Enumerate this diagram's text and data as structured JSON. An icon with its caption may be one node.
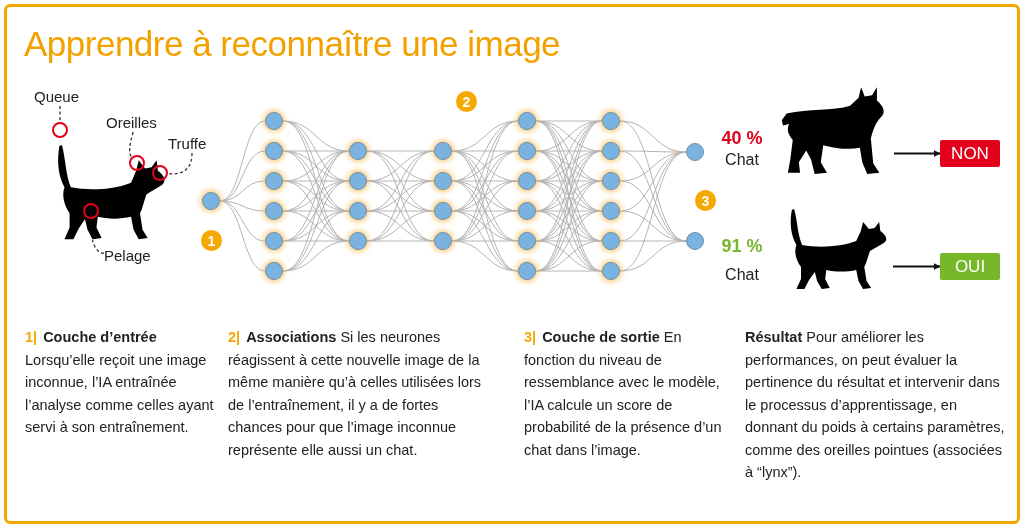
{
  "diagram": {
    "title": "Apprendre à reconnaître une image",
    "nodes": [
      {
        "text": [],
        "shape": "picture"
      },
      {
        "text": [
          "Queue"
        ]
      },
      {
        "text": [],
        "shape": "circle"
      },
      {
        "text": [
          "Oreilles"
        ]
      },
      {
        "text": [],
        "shape": "circle",
        "in": 0
      },
      {
        "text": [
          "Truffe"
        ]
      },
      {
        "text": [],
        "shape": "circle",
        "in": 0
      },
      {
        "text": [],
        "shape": "circle",
        "in": 0
      },
      {
        "text": [
          "Pelage"
        ]
      },
      {
        "text": [],
        "shape": "circle"
      },
      {
        "text": [],
        "shape": "circle"
      },
      {
        "text": [],
        "shape": "circle"
      },
      {
        "text": [],
        "shape": "circle"
      },
      {
        "text": [],
        "shape": "circle"
      },
      {
        "text": [],
        "shape": "circle"
      },
      {
        "text": [],
        "shape": "circle"
      },
      {
        "text": [],
        "shape": "circle"
      },
      {
        "text": [],
        "shape": "circle"
      },
      {
        "text": [],
        "shape": "circle"
      },
      {
        "text": [],
        "shape": "circle"
      },
      {
        "text": [],
        "shape": "circle"
      },
      {
        "text": [],
        "shape": "circle"
      },
      {
        "text": [],
        "shape": "circle"
      },
      {
        "text": [],
        "shape": "circle"
      },
      {
        "text": [],
        "shape": "circle"
      },
      {
        "text": [],
        "shape": "circle"
      },
      {
        "text": [],
        "shape": "circle"
      },
      {
        "text": [],
        "shape": "circle"
      },
      {
        "text": [],
        "shape": "circle"
      },
      {
        "text": [],
        "shape": "circle"
      },
      {
        "text": [],
        "shape": "circle"
      },
      {
        "text": [],
        "shape": "circle"
      },
      {
        "text": [],
        "shape": "circle"
      },
      {
        "text": [],
        "shape": "circle"
      },
      {
        "text": [],
        "shape": "circle"
      },
      {
        "text": [],
        "shape": "circle"
      },
      {
        "text": [],
        "shape": "circle"
      },
      {
        "text": [],
        "shape": "circle"
      },
      {
        "text": [
          "1"
        ]
      },
      {
        "text": [
          "2"
        ]
      },
      {
        "text": [
          "3"
        ]
      },
      {
        "text": [],
        "shape": "picture"
      },
      {
        "text": [],
        "shape": "picture"
      },
      {
        "text": [
          "NON"
        ]
      },
      {
        "text": [
          "OUI"
        ]
      }
    ],
    "edges": [
      {
        "from": 1,
        "to": 2,
        "arrow": "none",
        "style": "dashed",
        "color": "#333333"
      },
      {
        "from": 3,
        "to": 4,
        "arrow": "none",
        "style": "dashed",
        "color": "#333333"
      },
      {
        "from": 5,
        "to": 6,
        "arrow": "none",
        "style": "dashed",
        "color": "#333333"
      },
      {
        "from": 8,
        "to": 7,
        "arrow": "none",
        "style": "dashed",
        "color": "#333333"
      },
      {
        "from": 9,
        "to": 10,
        "arrow": "none"
      },
      {
        "from": 9,
        "to": 11,
        "arrow": "none"
      },
      {
        "from": 9,
        "to": 12,
        "arrow": "none"
      },
      {
        "from": 9,
        "to": 13,
        "arrow": "none"
      },
      {
        "from": 9,
        "to": 14,
        "arrow": "none"
      },
      {
        "from": 9,
        "to": 15,
        "arrow": "none"
      },
      {
        "from": 10,
        "to": 16,
        "arrow": "none"
      },
      {
        "from": 10,
        "to": 17,
        "arrow": "none"
      },
      {
        "from": 10,
        "to": 18,
        "arrow": "none"
      },
      {
        "from": 10,
        "to": 19,
        "arrow": "none"
      },
      {
        "from": 11,
        "to": 16,
        "arrow": "none"
      },
      {
        "from": 11,
        "to": 17,
        "arrow": "none"
      },
      {
        "from": 11,
        "to": 18,
        "arrow": "none"
      },
      {
        "from": 11,
        "to": 19,
        "arrow": "none"
      },
      {
        "from": 12,
        "to": 16,
        "arrow": "none"
      },
      {
        "from": 12,
        "to": 17,
        "arrow": "none"
      },
      {
        "from": 12,
        "to": 18,
        "arrow": "none"
      },
      {
        "from": 12,
        "to": 19,
        "arrow": "none"
      },
      {
        "from": 13,
        "to": 16,
        "arrow": "none"
      },
      {
        "from": 13,
        "to": 17,
        "arrow": "none"
      },
      {
        "from": 13,
        "to": 18,
        "arrow": "none"
      },
      {
        "from": 13,
        "to": 19,
        "arrow": "none"
      },
      {
        "from": 14,
        "to": 16,
        "arrow": "none"
      },
      {
        "from": 14,
        "to": 17,
        "arrow": "none"
      },
      {
        "from": 14,
        "to": 18,
        "arrow": "none"
      },
      {
        "from": 14,
        "to": 19,
        "arrow": "none"
      },
      {
        "from": 15,
        "to": 16,
        "arrow": "none"
      },
      {
        "from": 15,
        "to": 17,
        "arrow": "none"
      },
      {
        "from": 15,
        "to": 18,
        "arrow": "none"
      },
      {
        "from": 15,
        "to": 19,
        "arrow": "none"
      },
      {
        "from": 16,
        "to": 20,
        "arrow": "none"
      },
      {
        "from": 16,
        "to": 21,
        "arrow": "none"
      },
      {
        "from": 16,
        "to": 22,
        "arrow": "none"
      },
      {
        "from": 16,
        "to": 23,
        "arrow": "none"
      },
      {
        "from": 17,
        "to": 20,
        "arrow": "none"
      },
      {
        "from": 17,
        "to": 21,
        "arrow": "none"
      },
      {
        "from": 17,
        "to": 22,
        "arrow": "none"
      },
      {
        "from": 17,
        "to": 23,
        "arrow": "none"
      },
      {
        "from": 18,
        "to": 20,
        "arrow": "none"
      },
      {
        "from": 18,
        "to": 21,
        "arrow": "none"
      },
      {
        "from": 18,
        "to": 22,
        "arrow": "none"
      },
      {
        "from": 18,
        "to": 23,
        "arrow": "none"
      },
      {
        "from": 19,
        "to": 20,
        "arrow": "none"
      },
      {
        "from": 19,
        "to": 21,
        "arrow": "none"
      },
      {
        "from": 19,
        "to": 22,
        "arrow": "none"
      },
      {
        "from": 19,
        "to": 23,
        "arrow": "none"
      },
      {
        "from": 20,
        "to": 24,
        "arrow": "none"
      },
      {
        "from": 20,
        "to": 25,
        "arrow": "none"
      },
      {
        "from": 20,
        "to": 26,
        "arrow": "none"
      },
      {
        "from": 20,
        "to": 27,
        "arrow": "none"
      },
      {
        "from": 20,
        "to": 28,
        "arrow": "none"
      },
      {
        "from": 20,
        "to": 29,
        "arrow": "none"
      },
      {
        "from": 21,
        "to": 24,
        "arrow": "none"
      },
      {
        "from": 21,
        "to": 25,
        "arrow": "none"
      },
      {
        "from": 21,
        "to": 26,
        "arrow": "none"
      },
      {
        "from": 21,
        "to": 27,
        "arrow": "none"
      },
      {
        "from": 21,
        "to": 28,
        "arrow": "none"
      },
      {
        "from": 21,
        "to": 29,
        "arrow": "none"
      },
      {
        "from": 22,
        "to": 24,
        "arrow": "none"
      },
      {
        "from": 22,
        "to": 25,
        "arrow": "none"
      },
      {
        "from": 22,
        "to": 26,
        "arrow": "none"
      },
      {
        "from": 22,
        "to": 27,
        "arrow": "none"
      },
      {
        "from": 22,
        "to": 28,
        "arrow": "none"
      },
      {
        "from": 22,
        "to": 29,
        "arrow": "none"
      },
      {
        "from": 23,
        "to": 24,
        "arrow": "none"
      },
      {
        "from": 23,
        "to": 25,
        "arrow": "none"
      },
      {
        "from": 23,
        "to": 26,
        "arrow": "none"
      },
      {
        "from": 23,
        "to": 27,
        "arrow": "none"
      },
      {
        "from": 23,
        "to": 28,
        "arrow": "none"
      },
      {
        "from": 23,
        "to": 29,
        "arrow": "none"
      },
      {
        "from": 24,
        "to": 30,
        "arrow": "none"
      },
      {
        "from": 24,
        "to": 31,
        "arrow": "none"
      },
      {
        "from": 24,
        "to": 32,
        "arrow": "none"
      },
      {
        "from": 24,
        "to": 33,
        "arrow": "none"
      },
      {
        "from": 24,
        "to": 34,
        "arrow": "none"
      },
      {
        "from": 24,
        "to": 35,
        "arrow": "none"
      },
      {
        "from": 25,
        "to": 30,
        "arrow": "none"
      },
      {
        "from": 25,
        "to": 31,
        "arrow": "none"
      },
      {
        "from": 25,
        "to": 32,
        "arrow": "none"
      },
      {
        "from": 25,
        "to": 33,
        "arrow": "none"
      },
      {
        "from": 25,
        "to": 34,
        "arrow": "none"
      },
      {
        "from": 25,
        "to": 35,
        "arrow": "none"
      },
      {
        "from": 26,
        "to": 30,
        "arrow": "none"
      },
      {
        "from": 26,
        "to": 31,
        "arrow": "none"
      },
      {
        "from": 26,
        "to": 32,
        "arrow": "none"
      },
      {
        "from": 26,
        "to": 33,
        "arrow": "none"
      },
      {
        "from": 26,
        "to": 34,
        "arrow": "none"
      },
      {
        "from": 26,
        "to": 35,
        "arrow": "none"
      },
      {
        "from": 27,
        "to": 30,
        "arrow": "none"
      },
      {
        "from": 27,
        "to": 31,
        "arrow": "none"
      },
      {
        "from": 27,
        "to": 32,
        "arrow": "none"
      },
      {
        "from": 27,
        "to": 33,
        "arrow": "none"
      },
      {
        "from": 27,
        "to": 34,
        "arrow": "none"
      },
      {
        "from": 27,
        "to": 35,
        "arrow": "none"
      },
      {
        "from": 28,
        "to": 30,
        "arrow": "none"
      },
      {
        "from": 28,
        "to": 31,
        "arrow": "none"
      },
      {
        "from": 28,
        "to": 32,
        "arrow": "none"
      },
      {
        "from": 28,
        "to": 33,
        "arrow": "none"
      },
      {
        "from": 28,
        "to": 34,
        "arrow": "none"
      },
      {
        "from": 28,
        "to": 35,
        "arrow": "none"
      },
      {
        "from": 29,
        "to": 30,
        "arrow": "none"
      },
      {
        "from": 29,
        "to": 31,
        "arrow": "none"
      },
      {
        "from": 29,
        "to": 32,
        "arrow": "none"
      },
      {
        "from": 29,
        "to": 33,
        "arrow": "none"
      },
      {
        "from": 29,
        "to": 34,
        "arrow": "none"
      },
      {
        "from": 29,
        "to": 35,
        "arrow": "none"
      },
      {
        "from": 30,
        "to": 36,
        "arrow": "none"
      },
      {
        "from": 30,
        "to": 37,
        "arrow": "none"
      },
      {
        "from": 31,
        "to": 36,
        "arrow": "none"
      },
      {
        "from": 31,
        "to": 37,
        "arrow": "none"
      },
      {
        "from": 32,
        "to": 36,
        "arrow": "none"
      },
      {
        "from": 32,
        "to": 37,
        "arrow": "none"
      },
      {
        "from": 33,
        "to": 36,
        "arrow": "none"
      },
      {
        "from": 33,
        "to": 37,
        "arrow": "none"
      },
      {
        "from": 34,
        "to": 36,
        "arrow": "none"
      },
      {
        "from": 34,
        "to": 37,
        "arrow": "none"
      },
      {
        "from": 35,
        "to": 36,
        "arrow": "none"
      },
      {
        "from": 35,
        "to": 37,
        "arrow": "none"
      },
      {
        "from": 41,
        "to": 43,
        "arrow": "to",
        "color": "#111111"
      },
      {
        "from": 42,
        "to": 44,
        "arrow": "to",
        "color": "#111111"
      }
    ],
    "labels": [
      "40 %",
      "Chat",
      "91 %",
      "Chat",
      "1|",
      "**Couche d’entrée** Lorsqu’elle reçoit une image inconnue, l’IA entraînée l’analyse comme celles ayant servi à son entraînement.",
      "2|",
      "**Associations** Si les neurones réagissent à cette nouvelle image de la même manière qu’à celles utilisées lors de l’entraînement, il y a de fortes chances pour que l’image inconnue représente elle aussi un chat.",
      "3|",
      "**Couche de sortie** En fonction du niveau de ressemblance avec le modèle, l’IA calcule un score de probabilité de la présence d’un chat dans l’image.",
      "**Résultat** Pour améliorer les performances, on peut évaluer la pertinence du résultat et intervenir dans le processus d’apprentissage, en donnant du poids à certains paramètres, comme des oreilles pointues (associées à “lynx”)."
    ]
  }
}
